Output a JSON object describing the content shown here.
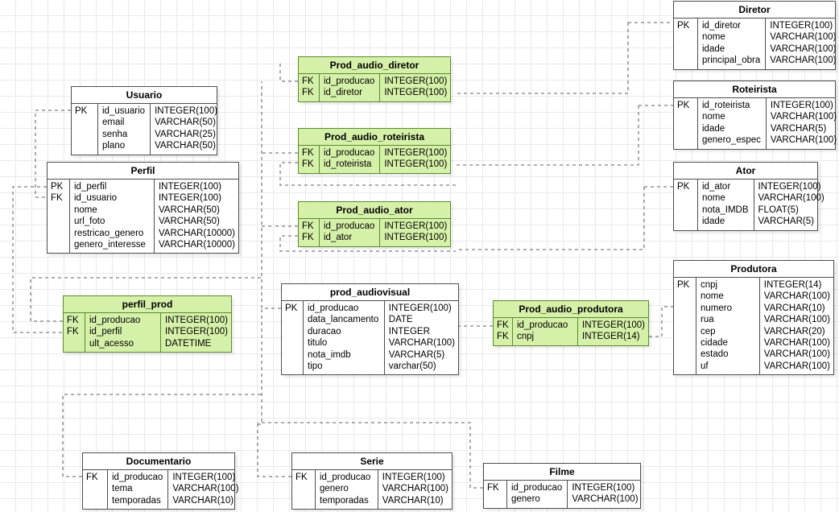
{
  "diagram": {
    "title": "Streaming Database ER Diagram",
    "style": {
      "canvas_background": "#ffffff",
      "grid_color": "#e9e9e9",
      "entity_fill": "#ffffff",
      "entity_border": "#4d4d4d",
      "junction_fill": "#d5f0a8",
      "junction_border": "#5a8a2e",
      "connector_color": "#7f7f7f"
    },
    "entities": [
      {
        "id": "diretor",
        "name": "Diretor",
        "kind": "entity",
        "keys": [
          "PK",
          "",
          "",
          ""
        ],
        "attrs": [
          "id_diretor",
          "nome",
          "idade",
          "principal_obra"
        ],
        "types": [
          "INTEGER(100)",
          "VARCHAR(100)",
          "VARCHAR(100)",
          "VARCHAR(100)"
        ]
      },
      {
        "id": "roteirista",
        "name": "Roteirista",
        "kind": "entity",
        "keys": [
          "PK",
          "",
          "",
          ""
        ],
        "attrs": [
          "id_roteirista",
          "nome",
          "idade",
          "genero_espec"
        ],
        "types": [
          "INTEGER(100)",
          "VARCHAR(100)",
          "VARCHAR(5)",
          "VARCHAR(100)"
        ]
      },
      {
        "id": "ator",
        "name": "Ator",
        "kind": "entity",
        "keys": [
          "PK",
          "",
          "",
          ""
        ],
        "attrs": [
          "id_ator",
          "nome",
          "nota_IMDB",
          "idade"
        ],
        "types": [
          "INTEGER(100)",
          "VARCHAR(100)",
          "FLOAT(5)",
          "VARCHAR(5)"
        ]
      },
      {
        "id": "produtora",
        "name": "Produtora",
        "kind": "entity",
        "keys": [
          "PK",
          "",
          "",
          "",
          "",
          "",
          "",
          ""
        ],
        "attrs": [
          "cnpj",
          "nome",
          "numero",
          "rua",
          "cep",
          "cidade",
          "estado",
          "uf"
        ],
        "types": [
          "INTEGER(14)",
          "VARCHAR(100)",
          "VARCHAR(10)",
          "VARCHAR(100)",
          "VARCHAR(20)",
          "VARCHAR(100)",
          "VARCHAR(100)",
          "VARCHAR(100)"
        ]
      },
      {
        "id": "usuario",
        "name": "Usuario",
        "kind": "entity",
        "keys": [
          "PK",
          "",
          "",
          ""
        ],
        "attrs": [
          "id_usuario",
          "email",
          "senha",
          "plano"
        ],
        "types": [
          "INTEGER(100)",
          "VARCHAR(50)",
          "VARCHAR(25)",
          "VARCHAR(50)"
        ]
      },
      {
        "id": "perfil",
        "name": "Perfil",
        "kind": "entity",
        "keys": [
          "PK",
          "FK",
          "",
          "",
          "",
          ""
        ],
        "attrs": [
          "id_perfil",
          "id_usuario",
          "nome",
          "url_foto",
          "restricao_genero",
          "genero_interesse"
        ],
        "types": [
          "INTEGER(100)",
          "INTEGER(100)",
          "VARCHAR(50)",
          "VARCHAR(50)",
          "VARCHAR(10000)",
          "VARCHAR(10000)"
        ]
      },
      {
        "id": "prod_audio_diretor",
        "name": "Prod_audio_diretor",
        "kind": "junction",
        "keys": [
          "FK",
          "FK"
        ],
        "attrs": [
          "id_producao",
          "id_diretor"
        ],
        "types": [
          "INTEGER(100)",
          "INTEGER(100)"
        ]
      },
      {
        "id": "prod_audio_roteirista",
        "name": "Prod_audio_roteirista",
        "kind": "junction",
        "keys": [
          "FK",
          "FK"
        ],
        "attrs": [
          "id_producao",
          "id_roteirista"
        ],
        "types": [
          "INTEGER(100)",
          "INTEGER(100)"
        ]
      },
      {
        "id": "prod_audio_ator",
        "name": "Prod_audio_ator",
        "kind": "junction",
        "keys": [
          "FK",
          "FK"
        ],
        "attrs": [
          "id_producao",
          "id_ator"
        ],
        "types": [
          "INTEGER(100)",
          "INTEGER(100)"
        ]
      },
      {
        "id": "perfil_prod",
        "name": "perfil_prod",
        "kind": "junction",
        "keys": [
          "FK",
          "FK",
          ""
        ],
        "attrs": [
          "id_producao",
          "id_perfil",
          "ult_acesso"
        ],
        "types": [
          "INTEGER(100)",
          "INTEGER(100)",
          "DATETIME"
        ]
      },
      {
        "id": "prod_audiovisual",
        "name": "prod_audiovisual",
        "kind": "entity",
        "keys": [
          "PK",
          "",
          "",
          "",
          "",
          ""
        ],
        "attrs": [
          "id_producao",
          "data_lancamento",
          "duracao",
          "titulo",
          "nota_imdb",
          "tipo"
        ],
        "types": [
          "INTEGER(100)",
          "DATE",
          "INTEGER",
          "VARCHAR(100)",
          "VARCHAR(5)",
          "varchar(50)"
        ]
      },
      {
        "id": "prod_audio_produtora",
        "name": "Prod_audio_produtora",
        "kind": "junction",
        "keys": [
          "FK",
          "FK"
        ],
        "attrs": [
          "id_producao",
          "cnpj"
        ],
        "types": [
          "INTEGER(100)",
          "INTEGER(14)"
        ]
      },
      {
        "id": "documentario",
        "name": "Documentario",
        "kind": "entity",
        "keys": [
          "FK",
          "",
          ""
        ],
        "attrs": [
          "id_producao",
          "tema",
          "temporadas"
        ],
        "types": [
          "INTEGER(100)",
          "VARCHAR(100)",
          "VARCHAR(10)"
        ]
      },
      {
        "id": "serie",
        "name": "Serie",
        "kind": "entity",
        "keys": [
          "FK",
          "",
          ""
        ],
        "attrs": [
          "id_producao",
          "genero",
          "temporadas"
        ],
        "types": [
          "INTEGER(100)",
          "VARCHAR(100)",
          "VARCHAR(10)"
        ]
      },
      {
        "id": "filme",
        "name": "Filme",
        "kind": "entity",
        "keys": [
          "FK",
          ""
        ],
        "attrs": [
          "id_producao",
          "genero"
        ],
        "types": [
          "INTEGER(100)",
          "VARCHAR(100)"
        ]
      }
    ],
    "relationships": [
      {
        "from": "prod_audio_diretor.id_diretor",
        "to": "diretor.id_diretor"
      },
      {
        "from": "prod_audio_roteirista.id_roteirista",
        "to": "roteirista.id_roteirista"
      },
      {
        "from": "prod_audio_ator.id_ator",
        "to": "ator.id_ator"
      },
      {
        "from": "prod_audio_produtora.cnpj",
        "to": "produtora.cnpj"
      },
      {
        "from": "perfil.id_usuario",
        "to": "usuario.id_usuario"
      },
      {
        "from": "perfil_prod.id_perfil",
        "to": "perfil.id_perfil"
      },
      {
        "from": "prod_audio_diretor.id_producao",
        "to": "prod_audiovisual.id_producao"
      },
      {
        "from": "prod_audio_roteirista.id_producao",
        "to": "prod_audiovisual.id_producao"
      },
      {
        "from": "prod_audio_ator.id_producao",
        "to": "prod_audiovisual.id_producao"
      },
      {
        "from": "perfil_prod.id_producao",
        "to": "prod_audiovisual.id_producao"
      },
      {
        "from": "prod_audio_produtora.id_producao",
        "to": "prod_audiovisual.id_producao"
      },
      {
        "from": "documentario.id_producao",
        "to": "prod_audiovisual.id_producao"
      },
      {
        "from": "serie.id_producao",
        "to": "prod_audiovisual.id_producao"
      },
      {
        "from": "filme.id_producao",
        "to": "prod_audiovisual.id_producao"
      }
    ]
  }
}
